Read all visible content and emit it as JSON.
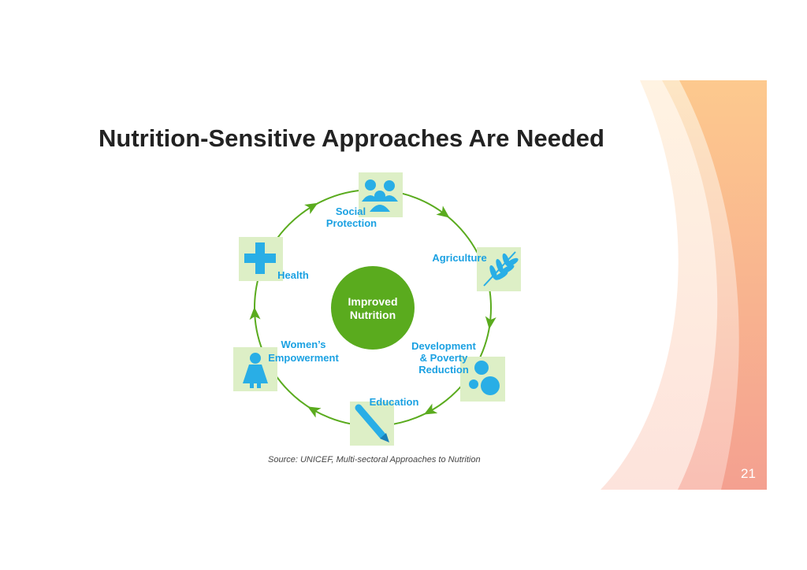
{
  "slide": {
    "title": "Nutrition-Sensitive Approaches Are Needed",
    "source": "Source: UNICEF, Multi-sectoral Approaches to Nutrition",
    "page_number": "21"
  },
  "diagram": {
    "center": [
      "Improved",
      "Nutrition"
    ],
    "nodes": [
      {
        "lines": [
          "Social",
          "Protection"
        ],
        "icon": "people-group-icon"
      },
      {
        "lines": [
          "Agriculture"
        ],
        "icon": "wheat-icon"
      },
      {
        "lines": [
          "Development",
          "& Poverty",
          "Reduction"
        ],
        "icon": "coins-icon"
      },
      {
        "lines": [
          "Education"
        ],
        "icon": "pencil-icon"
      },
      {
        "lines": [
          "Women’s",
          "Empowerment"
        ],
        "icon": "woman-icon"
      },
      {
        "lines": [
          "Health"
        ],
        "icon": "plus-cross-icon"
      }
    ],
    "colors": {
      "accent_green": "#5aab1e",
      "icon_bg": "#ddefc6",
      "label_blue": "#1ba1e2",
      "icon_blue": "#29aee6"
    }
  }
}
